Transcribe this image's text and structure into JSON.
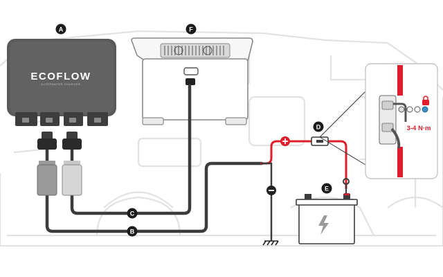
{
  "callouts": {
    "a": "A",
    "b": "B",
    "c": "C",
    "d": "D",
    "e": "E",
    "f": "F"
  },
  "brand": {
    "name": "ECOFLOW",
    "tagline": "ALTERNATOR CHARGER"
  },
  "inset": {
    "torque": "3-4 N·m"
  },
  "colors": {
    "positive_cable": "#e01e2b",
    "cable": "#3c3c3c",
    "device": "#5a5a5a",
    "background_outline": "#e2e2e2"
  },
  "icons": {
    "positive": "plus-sign-icon",
    "negative": "minus-sign-icon",
    "ground": "ground-icon",
    "fuse": "fuse-icon",
    "battery": "lightning-bolt-icon",
    "lock": "padlock-icon"
  }
}
